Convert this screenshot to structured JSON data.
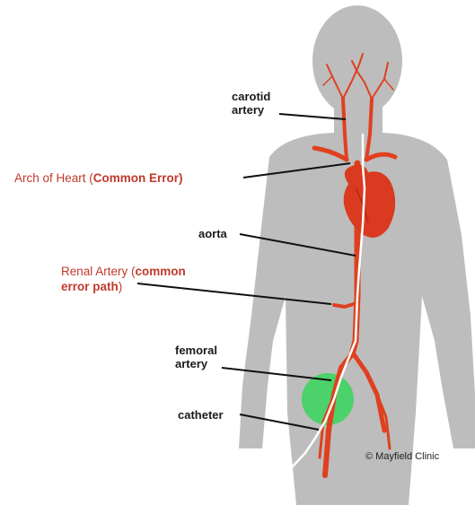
{
  "labels": {
    "carotid_line1": "carotid",
    "carotid_line2": "artery",
    "arch_prefix": "Arch of Heart (",
    "arch_bold": "Common Error)",
    "aorta": "aorta",
    "renal_prefix": "Renal Artery (",
    "renal_bold1": "common",
    "renal_bold2": "error path",
    "renal_suffix": ")",
    "femoral_line1": "femoral",
    "femoral_line2": "artery",
    "catheter": "catheter"
  },
  "copyright": "© Mayfield Clinic",
  "colors": {
    "body": "#bdbdbd",
    "artery": "#e0401f",
    "catheter": "#ffffff",
    "highlight": "#4cd26a",
    "label_red": "#c0392b"
  }
}
